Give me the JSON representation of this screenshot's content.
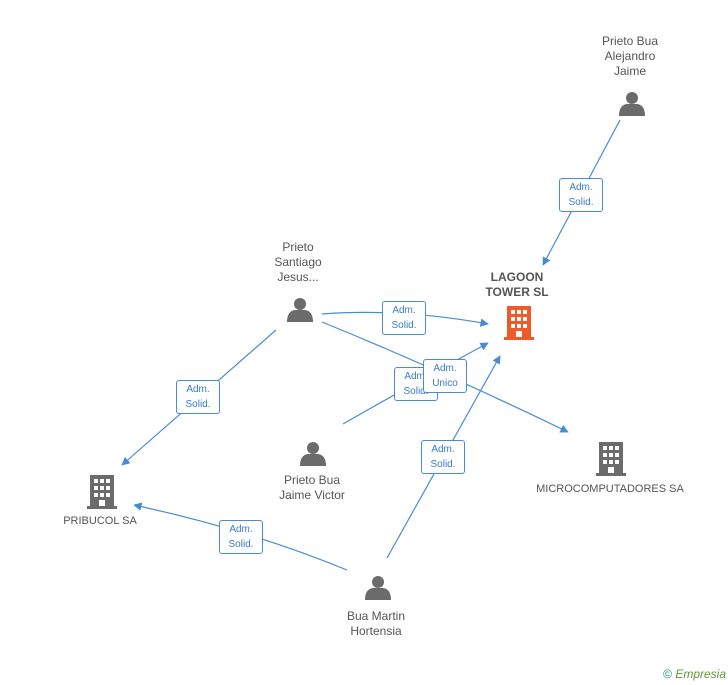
{
  "nodes": {
    "prieto_bua_alejandro": {
      "lines": [
        "Prieto Bua",
        "Alejandro",
        "Jaime"
      ]
    },
    "prieto_santiago": {
      "lines": [
        "Prieto",
        "Santiago",
        "Jesus..."
      ]
    },
    "lagoon": {
      "lines": [
        "LAGOON",
        "TOWER SL"
      ]
    },
    "prieto_bua_jaime": {
      "lines": [
        "Prieto Bua",
        "Jaime Victor"
      ]
    },
    "microcomputadores": {
      "lines": [
        "MICROCOMPUTADORES SA"
      ]
    },
    "pribucol": {
      "lines": [
        "PRIBUCOL SA"
      ]
    },
    "bua_martin": {
      "lines": [
        "Bua Martin",
        "Hortensia"
      ]
    }
  },
  "relations": [
    {
      "id": "r1",
      "lines": [
        "Adm.",
        "Solid."
      ]
    },
    {
      "id": "r2",
      "lines": [
        "Adm.",
        "Solid."
      ]
    },
    {
      "id": "r3",
      "lines": [
        "Adm.",
        "Solid."
      ]
    },
    {
      "id": "r4",
      "lines": [
        "Adm.",
        "Solid."
      ]
    },
    {
      "id": "r5",
      "lines": [
        "Adm.",
        "Unico"
      ]
    },
    {
      "id": "r6",
      "lines": [
        "Adm.",
        "Solid."
      ]
    },
    {
      "id": "r7",
      "lines": [
        "Adm.",
        "Solid."
      ]
    }
  ],
  "colors": {
    "edge": "#4a8bd6",
    "person": "#6b6b6b",
    "company": "#6b6b6b",
    "company_main": "#f05a28"
  },
  "footer": {
    "copyright": "©",
    "brand": "Empresia"
  }
}
